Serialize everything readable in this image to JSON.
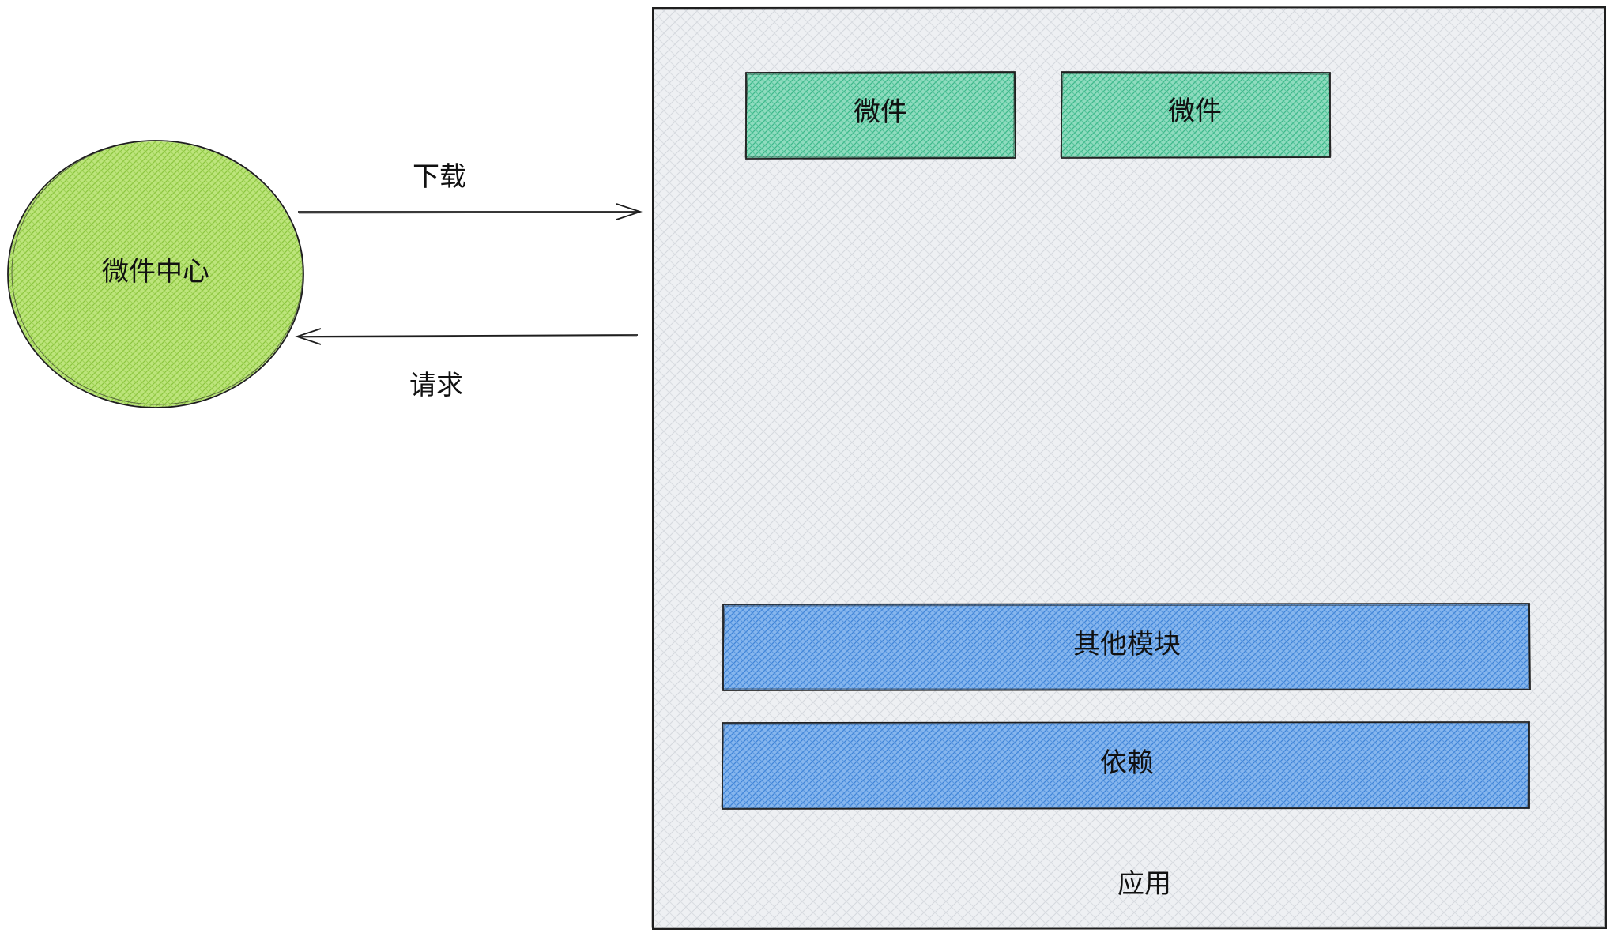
{
  "colors": {
    "hub_fill": "#b2e26a",
    "widget_fill": "#7dd8b5",
    "module_fill": "#73a8ea",
    "app_fill": "#e6e8ec",
    "stroke": "#1e1e1e"
  },
  "hub": {
    "label": "微件中心"
  },
  "arrows": {
    "download_label": "下载",
    "request_label": "请求"
  },
  "app": {
    "label": "应用",
    "widgets": [
      {
        "label": "微件"
      },
      {
        "label": "微件"
      }
    ],
    "other_modules_label": "其他模块",
    "dependencies_label": "依赖"
  }
}
